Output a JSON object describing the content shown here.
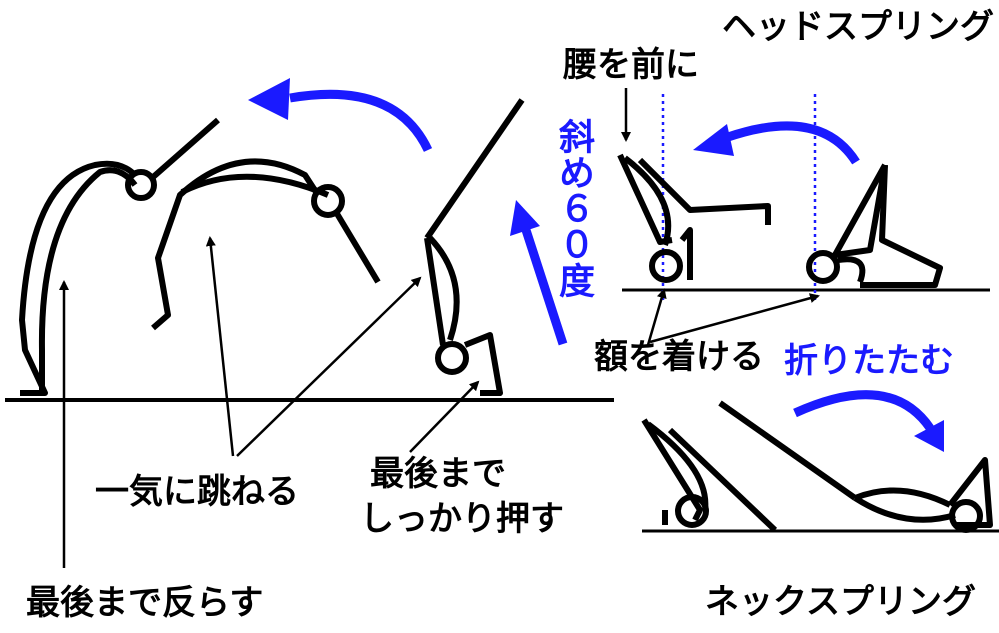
{
  "labels": {
    "head_spring_title": "ヘッドスプリング",
    "hips_forward": "腰を前に",
    "angle_60": "斜め６０度",
    "forehead_contact": "額を着ける",
    "fold": "折りたたむ",
    "jump_at_once": "一気に跳ねる",
    "push_line1": "最後まで",
    "push_line2": "しっかり押す",
    "arch_to_end": "最後まで反らす",
    "neck_spring_title": "ネックスプリング"
  },
  "colors": {
    "accent": "#1a1aff",
    "ink": "#000000",
    "background": "#ffffff"
  }
}
